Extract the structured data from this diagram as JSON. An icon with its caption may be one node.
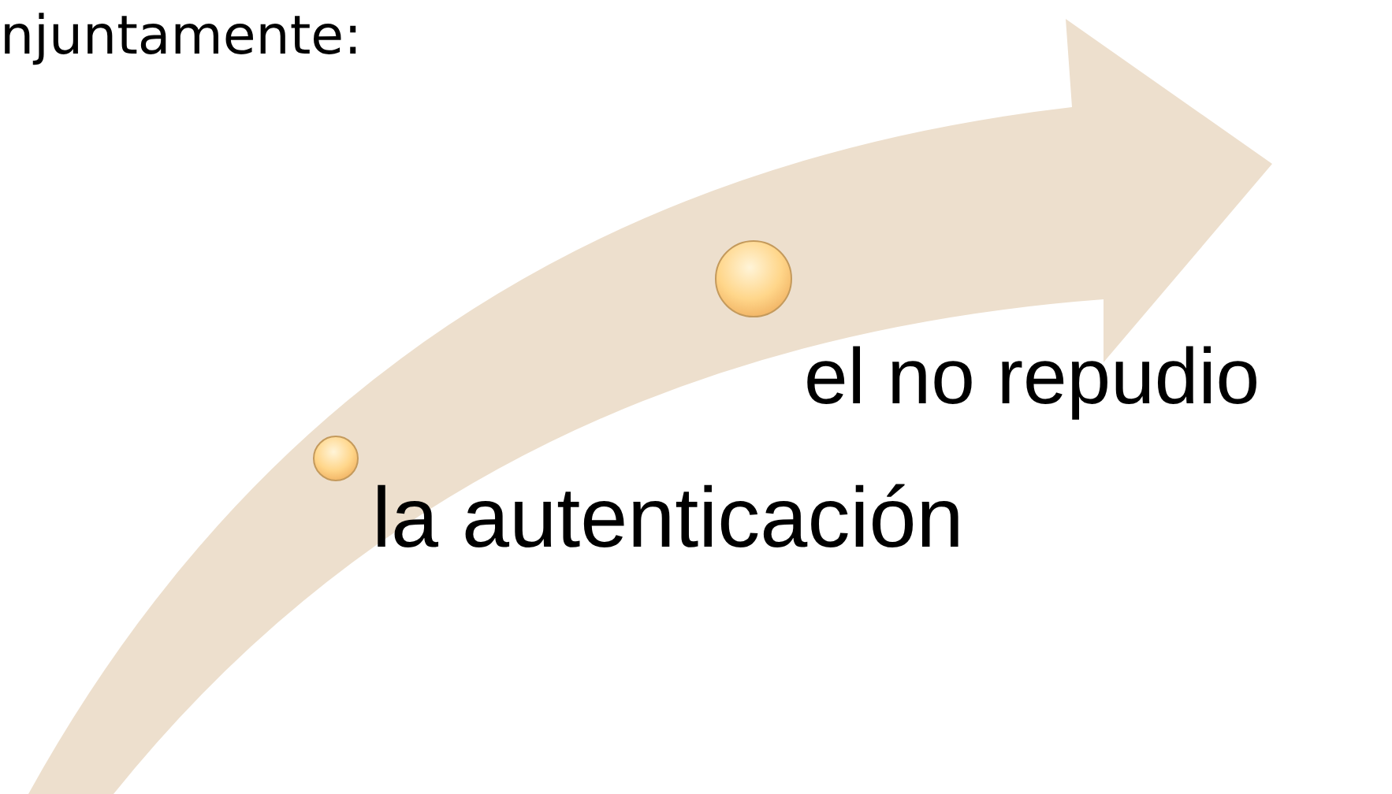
{
  "diagram": {
    "nodes": [
      {
        "text": [],
        "shape": "circle",
        "beside": [
          "la autenticación"
        ]
      },
      {
        "text": [],
        "shape": "circle",
        "beside": [
          "el no repudio"
        ]
      }
    ],
    "labels": [
      "njuntamente:"
    ]
  }
}
